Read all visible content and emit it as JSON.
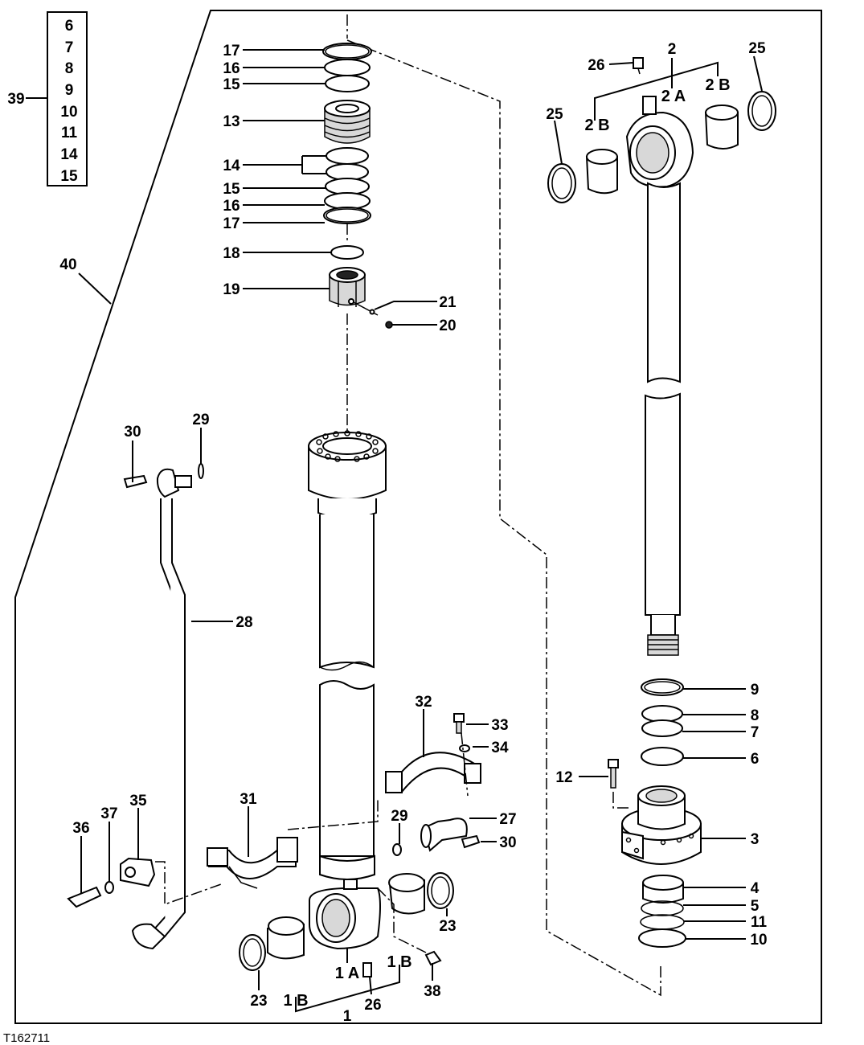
{
  "figure_id": "T162711",
  "kit_box": {
    "kit_number": "39",
    "items": [
      "6",
      "7",
      "8",
      "9",
      "10",
      "11",
      "14",
      "15"
    ]
  },
  "kit_outline_label": "40",
  "callouts": {
    "c17a": "17",
    "c16a": "16",
    "c15a": "15",
    "c13": "13",
    "c14": "14",
    "c15b": "15",
    "c16b": "16",
    "c17b": "17",
    "c18": "18",
    "c19": "19",
    "c21": "21",
    "c20": "20",
    "c26a": "26",
    "c2": "2",
    "c25a": "25",
    "c2a": "2 A",
    "c2b_right": "2 B",
    "c25b": "25",
    "c2b_left": "2 B",
    "c30a": "30",
    "c29a": "29",
    "c28": "28",
    "c32": "32",
    "c33": "33",
    "c34": "34",
    "c31": "31",
    "c29b": "29",
    "c27": "27",
    "c30b": "30",
    "c36": "36",
    "c37": "37",
    "c35": "35",
    "c23a": "23",
    "c1b_left": "1 B",
    "c1a": "1 A",
    "c1b_right": "1 B",
    "c1": "1",
    "c26b": "26",
    "c38": "38",
    "c23b": "23",
    "c9": "9",
    "c8": "8",
    "c7": "7",
    "c6": "6",
    "c12": "12",
    "c3": "3",
    "c4": "4",
    "c5": "5",
    "c11": "11",
    "c10": "10"
  }
}
